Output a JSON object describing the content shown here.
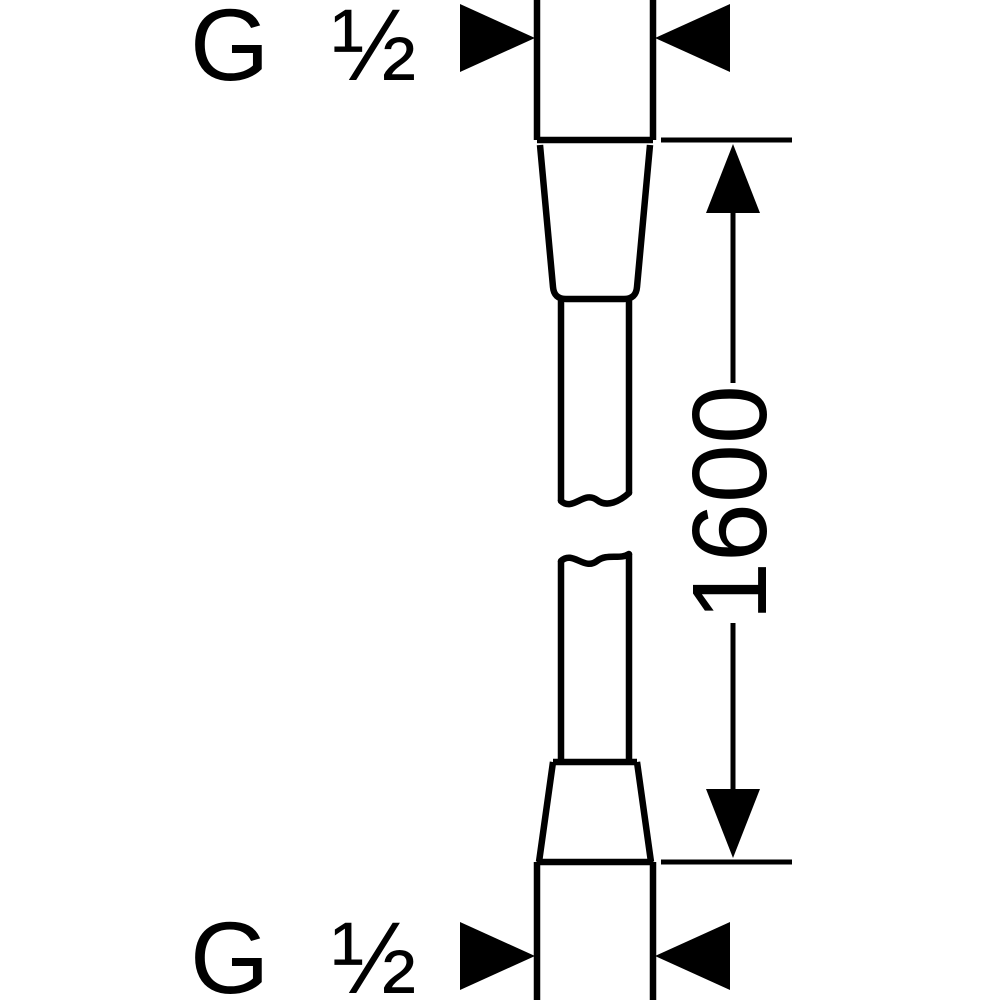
{
  "diagram": {
    "type": "technical-dimension-drawing",
    "subject": "shower-hose",
    "background_color": "#ffffff",
    "line_color": "#000000",
    "top_thread_label": "G ½",
    "bottom_thread_label": "G ½",
    "length_dimension": "1600"
  }
}
